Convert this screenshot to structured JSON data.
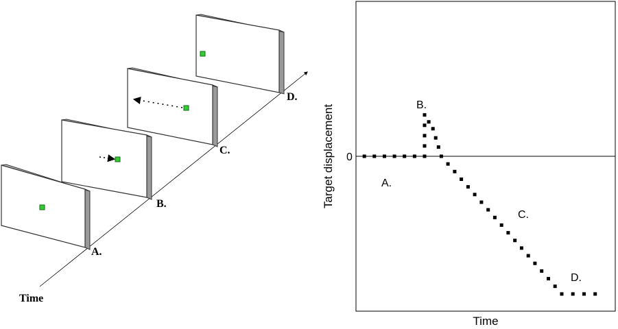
{
  "left_panel": {
    "time_label": "Time",
    "screens": [
      {
        "label": "A.",
        "target": "center",
        "arrow": "none"
      },
      {
        "label": "B.",
        "target": "right-shifted",
        "arrow": "short-rightward"
      },
      {
        "label": "C.",
        "target": "far-right",
        "arrow": "long-leftward"
      },
      {
        "label": "D.",
        "target": "far-left",
        "arrow": "none"
      }
    ],
    "colors": {
      "target": "#33cc33",
      "target_border": "#1a661a",
      "screen_edge": "#999999"
    }
  },
  "chart_data": {
    "type": "line",
    "xlabel": "Time",
    "ylabel": "Target displacement",
    "zero_label": "0",
    "line_style": "dotted",
    "segment_labels": [
      "A.",
      "B.",
      "C.",
      "D."
    ],
    "points": [
      {
        "x": 0,
        "y": 0
      },
      {
        "x": 3.6,
        "y": 0
      },
      {
        "x": 3.6,
        "y": 2.4
      },
      {
        "x": 4.1,
        "y": 1.6
      },
      {
        "x": 4.6,
        "y": 0
      },
      {
        "x": 11.8,
        "y": -8
      },
      {
        "x": 13.8,
        "y": -8
      }
    ],
    "xlim": [
      -0.5,
      15
    ],
    "ylim": [
      -9,
      9
    ]
  }
}
